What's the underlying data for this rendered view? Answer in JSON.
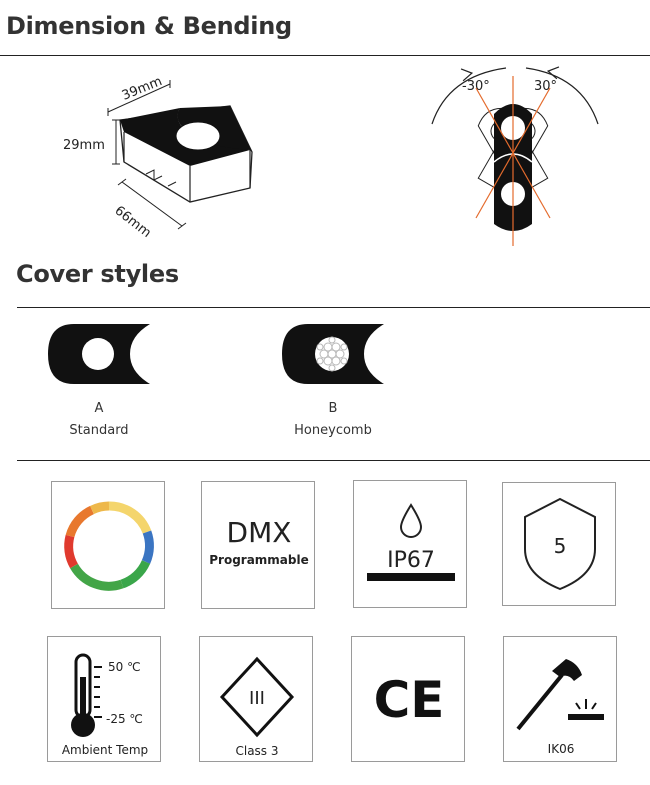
{
  "sections": {
    "dimension_title": "Dimension & Bending",
    "cover_title": "Cover styles"
  },
  "dimensions": {
    "width": "39mm",
    "height": "29mm",
    "length": "66mm"
  },
  "bending": {
    "left_angle": "-30°",
    "right_angle": "30°"
  },
  "covers": [
    {
      "letter": "A",
      "name": "Standard"
    },
    {
      "letter": "B",
      "name": "Honeycomb"
    }
  ],
  "icons": {
    "dmx_title": "DMX",
    "dmx_subtitle": "Programmable",
    "ip_rating": "IP67",
    "shield_number": "5",
    "temp_high": "50 ℃",
    "temp_low": "-25 ℃",
    "temp_caption": "Ambient Temp",
    "class_numeral": "III",
    "class_caption": "Class 3",
    "ce_mark": "CE",
    "ik_rating": "IK06"
  },
  "colors": {
    "line": "#222222",
    "orange": "#e46b2d",
    "border": "#9a9a9a"
  }
}
